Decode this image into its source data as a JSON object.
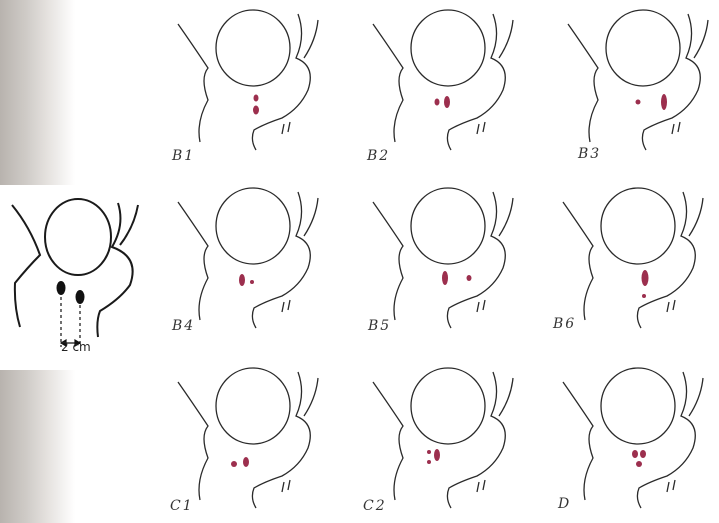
{
  "reference": {
    "distance_label": "2 cm",
    "colors": {
      "stroke": "#1a1a1a",
      "marker": "#111111"
    }
  },
  "panels": [
    {
      "label": "B1"
    },
    {
      "label": "B2"
    },
    {
      "label": "B3"
    },
    {
      "label": "B4"
    },
    {
      "label": "B5"
    },
    {
      "label": "B6"
    },
    {
      "label": "C1"
    },
    {
      "label": "C2"
    },
    {
      "label": "D"
    }
  ],
  "colors": {
    "outline": "#2a2a2a",
    "lesion": "#9c2f4e"
  }
}
